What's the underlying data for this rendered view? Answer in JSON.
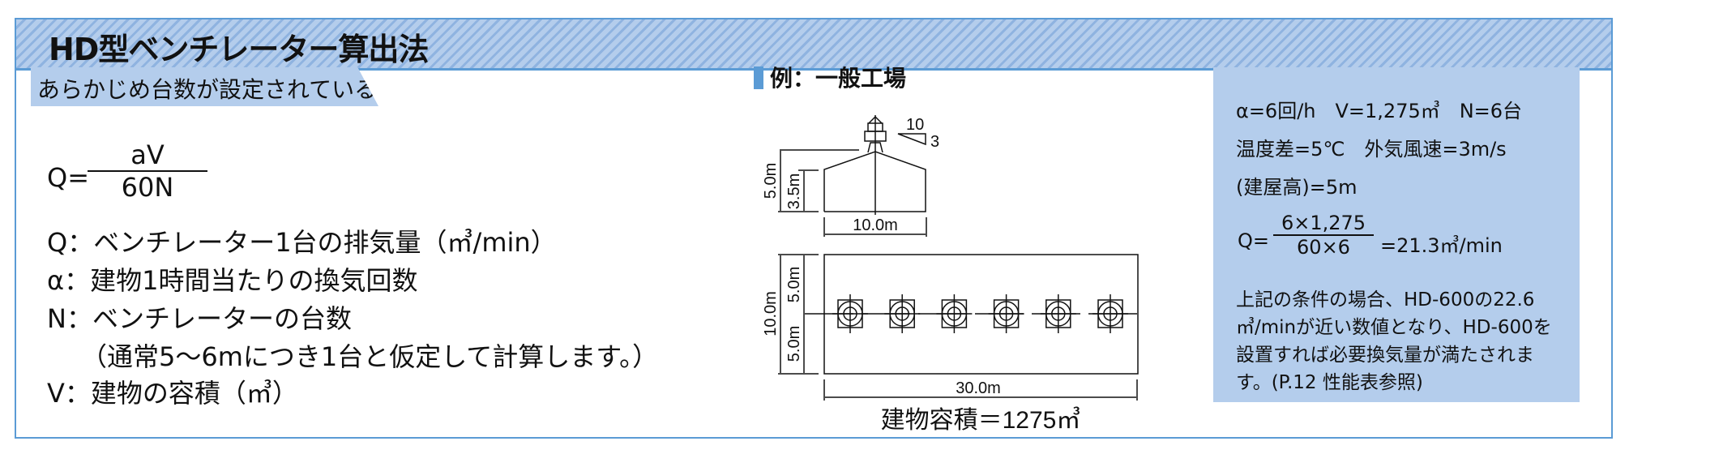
{
  "title": "HD型ベンチレーター算出法",
  "subheading": "あらかじめ台数が設定されている場合",
  "formula": {
    "lhs": "Q=",
    "numerator": "aV",
    "denominator": "60N"
  },
  "definitions": [
    "Q：ベンチレーター1台の排気量（㎥/min）",
    "α：建物1時間当たりの換気回数",
    "N：ベンチレーターの台数",
    "（通常5～6mにつき1台と仮定して計算します。）",
    "V：建物の容積（㎥）"
  ],
  "example": {
    "heading": "例：一般工場",
    "slope_run": "10",
    "slope_rise": "3",
    "dim_total_height": "5.0m",
    "dim_wall_height": "3.5m",
    "dim_width": "10.0m",
    "dim_depth": "10.0m",
    "dim_half_top": "5.0m",
    "dim_half_bottom": "5.0m",
    "dim_length": "30.0m",
    "ventilator_count": 6,
    "volume": "建物容積＝1275㎥"
  },
  "calc": {
    "line1": "α=6回/h　V=1,275㎥　N=6台",
    "line2": "温度差=5℃　外気風速=3m/s",
    "line3": "(建屋高)=5m",
    "q_lhs": "Q=",
    "q_num": "6×1,275",
    "q_den": "60×6",
    "q_result": "=21.3㎥/min",
    "note": "上記の条件の場合、HD-600の22.6㎥/minが近い数値となり、HD-600を設置すれば必要換気量が満たされます。(P.12 性能表参照)"
  },
  "colors": {
    "accent": "#5b9bd5",
    "panel": "#b4cdec"
  }
}
